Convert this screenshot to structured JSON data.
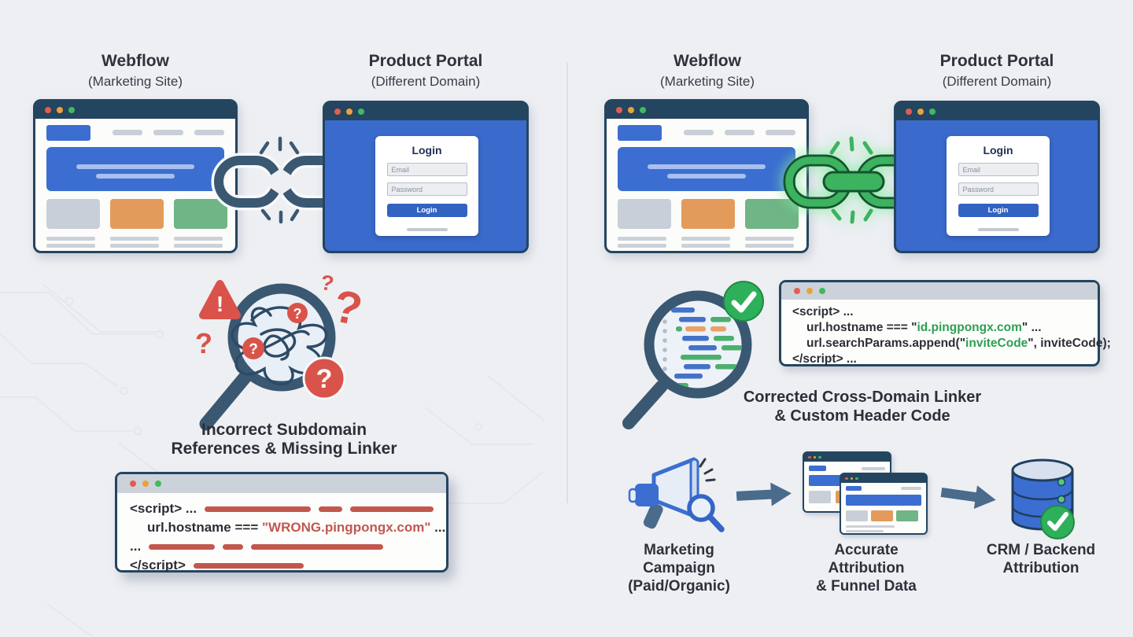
{
  "colors": {
    "background": "#edeff3",
    "window_navy": "#24455f",
    "brand_blue": "#3b6ed0",
    "login_body_blue": "#3a6acb",
    "login_button_blue": "#3263c2",
    "card_gray": "#c9cfd8",
    "card_orange": "#e39b5c",
    "card_green": "#6fb585",
    "error_red": "#d9534a",
    "code_error_red": "#c2574e",
    "success_green": "#2eb05a",
    "code_green": "#2f9e52",
    "chain_slate": "#3a5872",
    "chain_green": "#3cb35f",
    "arrow_slate": "#4a6b8c",
    "traffic_red": "#e25d50",
    "traffic_yellow": "#e9a23b",
    "traffic_green": "#3fba5f"
  },
  "icons": {
    "warning_mark": "!",
    "question_mark": "?"
  },
  "left_panel": {
    "webflow_title": "Webflow",
    "webflow_subtitle": "(Marketing Site)",
    "portal_title": "Product Portal",
    "portal_subtitle": "(Different Domain)",
    "login_window": {
      "title": "Login",
      "email_placeholder": "Email",
      "password_placeholder": "Password",
      "button_label": "Login"
    },
    "caption_line1": "Incorrect Subdomain",
    "caption_line2": "References & Missing Linker",
    "code_window": {
      "line1": "<script> ...",
      "line2_code": "url.hostname === ",
      "line2_error": "\"WRONG.pingpongx.com\"",
      "line2_tail": " ...",
      "line3": "...",
      "line4": "</script>"
    }
  },
  "right_panel": {
    "webflow_title": "Webflow",
    "webflow_subtitle": "(Marketing Site)",
    "portal_title": "Product Portal",
    "portal_subtitle": "(Different Domain)",
    "login_window": {
      "title": "Login",
      "email_placeholder": "Email",
      "password_placeholder": "Password",
      "button_label": "Login"
    },
    "code_window": {
      "line1": "<script> ...",
      "line2_pre": "url.hostname === \"",
      "line2_highlight": "id.pingpongx.com",
      "line2_tail": "\" ...",
      "line3_pre": "url.searchParams.append(\"",
      "line3_highlight": "inviteCode",
      "line3_tail": "\", inviteCode);",
      "line4": "</script> ..."
    },
    "caption_line1": "Corrected Cross-Domain Linker",
    "caption_line2": "& Custom Header Code",
    "flow_steps": [
      {
        "label_line1": "Marketing Campaign",
        "label_line2": "(Paid/Organic)"
      },
      {
        "label_line1": "Accurate Attribution",
        "label_line2": "& Funnel Data"
      },
      {
        "label_line1": "CRM / Backend",
        "label_line2": "Attribution"
      }
    ]
  }
}
